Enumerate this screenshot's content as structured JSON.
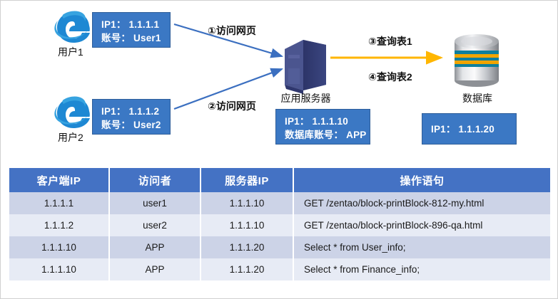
{
  "diagram": {
    "clients": [
      {
        "icon": "internet-explorer-icon",
        "caption": "用户1",
        "box_line1": "IP1： 1.1.1.1",
        "box_line2": "账号： User1"
      },
      {
        "icon": "internet-explorer-icon",
        "caption": "用户2",
        "box_line1": "IP1： 1.1.1.2",
        "box_line2": "账号： User2"
      }
    ],
    "server": {
      "icon": "server-tower-icon",
      "caption": "应用服务器",
      "box_line1": "IP1： 1.1.1.10",
      "box_line2": "数据库账号： APP"
    },
    "database": {
      "icon": "database-cylinder-icon",
      "caption": "数据库",
      "box_line1": "IP1： 1.1.1.20"
    },
    "flows": [
      {
        "label": "①访问网页",
        "color": "#3b6fc0"
      },
      {
        "label": "②访问网页",
        "color": "#3b6fc0"
      },
      {
        "label": "③查询表1",
        "color": "#ffb600"
      },
      {
        "label": "④查询表2",
        "color": "#ffb600"
      }
    ]
  },
  "table": {
    "headers": [
      "客户端IP",
      "访问者",
      "服务器IP",
      "操作语句"
    ],
    "header_bg": "#4472c4",
    "row_bg_odd": "#ccd3e7",
    "row_bg_even": "#e7ebf5",
    "rows": [
      [
        "1.1.1.1",
        "user1",
        "1.1.1.10",
        "GET  /zentao/block-printBlock-812-my.html"
      ],
      [
        "1.1.1.2",
        "user2",
        "1.1.1.10",
        "GET  /zentao/block-printBlock-896-qa.html"
      ],
      [
        "1.1.1.10",
        "APP",
        "1.1.1.20",
        "Select  *  from  User_info;"
      ],
      [
        "1.1.1.10",
        "APP",
        "1.1.1.20",
        "Select  *  from  Finance_info;"
      ]
    ]
  }
}
